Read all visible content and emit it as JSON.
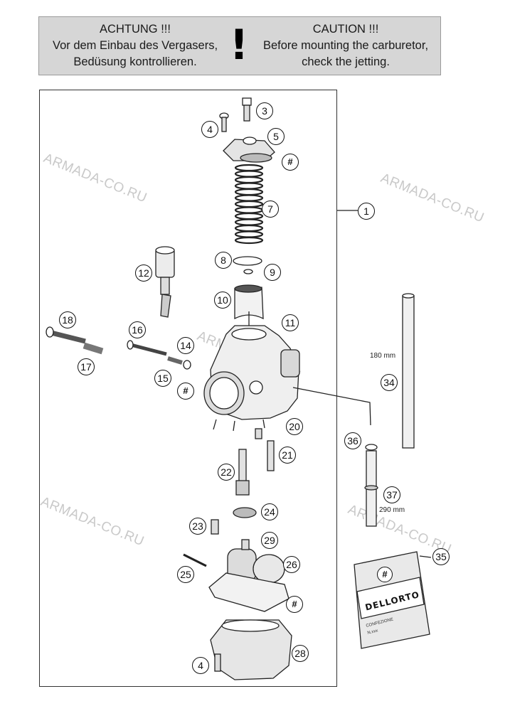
{
  "warning": {
    "de_title": "ACHTUNG !!!",
    "de_line1": "Vor dem Einbau des Vergasers,",
    "de_line2": "Bedüsung kontrollieren.",
    "mark": "!",
    "en_title": "CAUTION !!!",
    "en_line1": "Before mounting the carburetor,",
    "en_line2": "check the jetting."
  },
  "watermark": "ARMADA-CO.RU",
  "callouts": {
    "c1": "1",
    "c3": "3",
    "c4a": "4",
    "c4b": "4",
    "c5": "5",
    "c7": "7",
    "c8": "8",
    "c9": "9",
    "c10": "10",
    "c11": "11",
    "c12": "12",
    "c14": "14",
    "c15": "15",
    "c16": "16",
    "c17": "17",
    "c18": "18",
    "c20": "20",
    "c21": "21",
    "c22": "22",
    "c23": "23",
    "c24": "24",
    "c25": "25",
    "c26": "26",
    "c28": "28",
    "c29": "29",
    "c34": "34",
    "c35": "35",
    "c36": "36",
    "c37": "37",
    "h1": "#",
    "h2": "#",
    "h3": "#",
    "h4": "#"
  },
  "dimensions": {
    "hose_length": "180 mm",
    "tube_length": "290 mm"
  },
  "bag": {
    "mark": "#",
    "brand": "DELLORTO",
    "line1": "CONFEZIONE",
    "line2": "N.xxx"
  }
}
